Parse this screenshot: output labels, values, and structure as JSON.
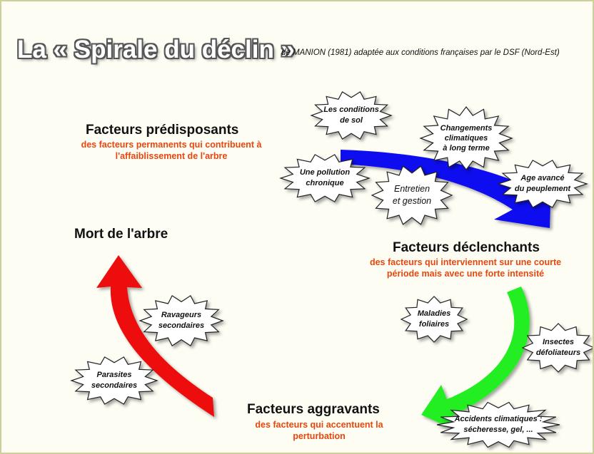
{
  "title": {
    "main": "La  « Spirale du déclin »",
    "source": "de MANION (1981) adaptée aux conditions françaises par le DSF (Nord-Est)"
  },
  "stages": {
    "predisposing": {
      "heading": "Facteurs prédisposants",
      "description_line1": "des facteurs permanents qui contribuent à",
      "description_line2": "l'affaiblissement de l'arbre"
    },
    "triggering": {
      "heading": "Facteurs déclenchants",
      "description_line1": "des facteurs qui interviennent sur une courte",
      "description_line2": "période mais avec une forte intensité"
    },
    "aggravating": {
      "heading": "Facteurs aggravants",
      "description_line1": "des facteurs qui accentuent la",
      "description_line2": "perturbation"
    },
    "death": {
      "heading": "Mort de l'arbre"
    }
  },
  "factors": {
    "soil": {
      "line1": "Les conditions",
      "line2": "de sol"
    },
    "climate_change": {
      "line1": "Changements",
      "line2": "climatiques",
      "line3": "à long terme"
    },
    "pollution": {
      "line1": "Une pollution",
      "line2": "chronique"
    },
    "management": {
      "line1": "Entretien",
      "line2": "et gestion"
    },
    "stand_age": {
      "line1": "Age avancé",
      "line2": "du peuplement"
    },
    "leaf_diseases": {
      "line1": "Maladies",
      "line2": "foliaires"
    },
    "defoliating_insects": {
      "line1": "Insectes",
      "line2": "défoliateurs"
    },
    "climatic_accidents": {
      "line1": "Accidents climatiques :",
      "line2": "sécheresse,  gel, ..."
    },
    "secondary_pests": {
      "line1": "Ravageurs",
      "line2": "secondaires"
    },
    "secondary_parasites": {
      "line1": "Parasites",
      "line2": "secondaires"
    }
  },
  "colors": {
    "predisposing_arrow": "#1010f0",
    "triggering_arrow": "#22ee22",
    "death_arrow": "#ee0a0a",
    "description_text": "#e8460e",
    "frame_border": "#cfcf9a"
  }
}
